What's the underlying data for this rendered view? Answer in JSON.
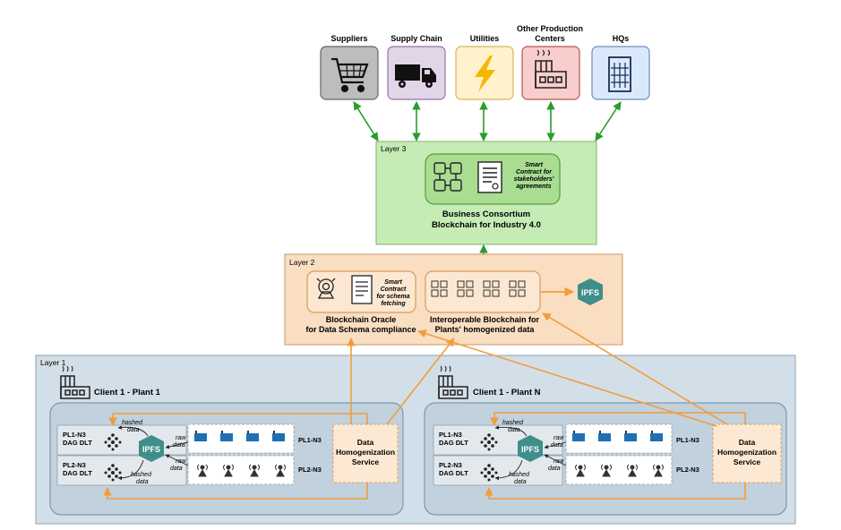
{
  "stakeholders": [
    {
      "label_lines": [
        "Suppliers"
      ],
      "icon": "shopping-cart-icon",
      "fill": "#bdbdbd",
      "stroke": "#666666"
    },
    {
      "label_lines": [
        "Supply Chain"
      ],
      "icon": "truck-icon",
      "fill": "#e1d5e7",
      "stroke": "#9673a6"
    },
    {
      "label_lines": [
        "Utilities"
      ],
      "icon": "lightning-icon",
      "fill": "#fff2cc",
      "stroke": "#d6b656"
    },
    {
      "label_lines": [
        "Other Production",
        "Centers"
      ],
      "icon": "factory-icon",
      "fill": "#f8cecc",
      "stroke": "#b85450"
    },
    {
      "label_lines": [
        "HQs"
      ],
      "icon": "office-building-icon",
      "fill": "#dae8fc",
      "stroke": "#6c8ebf"
    }
  ],
  "layer3": {
    "tag": "Layer 3",
    "contract_lines": [
      "Smart",
      "Contract for",
      "stakeholders'",
      "agreements"
    ],
    "title_lines": [
      "Business Consortium",
      "Blockchain for Industry 4.0"
    ]
  },
  "layer2": {
    "tag": "Layer 2",
    "oracle_contract_lines": [
      "Smart",
      "Contract",
      "for schema",
      "fetching"
    ],
    "oracle_title_lines": [
      "Blockchain Oracle",
      "for Data Schema compliance"
    ],
    "interop_title_lines": [
      "Interoperable Blockchain for",
      "Plants' homogenized data"
    ],
    "ipfs": "IPFS"
  },
  "layer1": {
    "tag": "Layer 1",
    "plants": [
      {
        "title": "Client 1 - Plant  1",
        "dag1": [
          "PL1-N3",
          "DAG DLT"
        ],
        "dag2": [
          "PL2-N3",
          "DAG DLT"
        ],
        "line1": "PL1-N3",
        "line2": "PL2-N3",
        "hashed_lines": [
          "hashed",
          "data"
        ],
        "raw_lines": [
          "raw",
          "data"
        ],
        "ipfs": "IPFS",
        "service_lines": [
          "Data",
          "Homogenization",
          "Service"
        ]
      },
      {
        "title": "Client 1 - Plant  N",
        "dag1": [
          "PL1-N3",
          "DAG DLT"
        ],
        "dag2": [
          "PL2-N3",
          "DAG DLT"
        ],
        "line1": "PL1-N3",
        "line2": "PL2-N3",
        "hashed_lines": [
          "hashed",
          "data"
        ],
        "raw_lines": [
          "raw",
          "data"
        ],
        "ipfs": "IPFS",
        "service_lines": [
          "Data",
          "Homogenization",
          "Service"
        ]
      }
    ]
  },
  "colors": {
    "green_arrow": "#2a9d2a",
    "orange_arrow": "#f39c3b",
    "layer3_fill": "#c5ecb5",
    "layer2_fill": "#f9dec2",
    "layer1_fill": "#d3dfe8",
    "ipfs_hex": "#3f8e8a"
  }
}
